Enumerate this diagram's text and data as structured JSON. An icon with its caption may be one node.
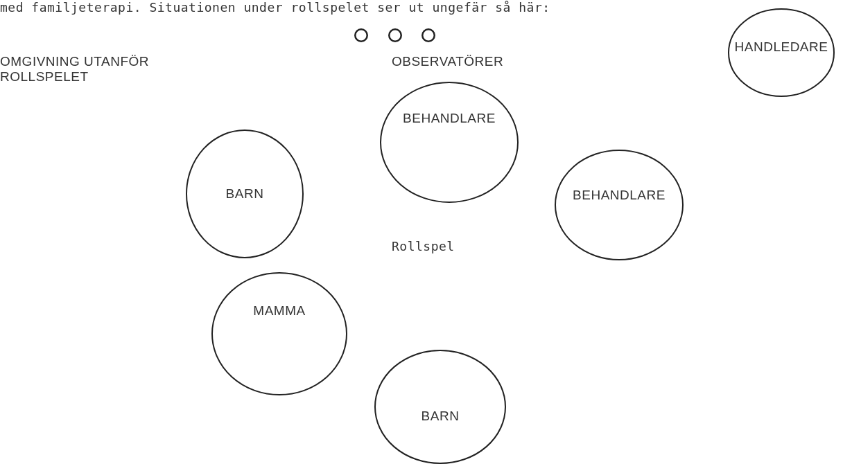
{
  "diagram": {
    "nodes": [
      {
        "text": [],
        "shape": "circle"
      },
      {
        "text": [],
        "shape": "circle"
      },
      {
        "text": [],
        "shape": "circle"
      },
      {
        "text": [
          "HANDLEDARE"
        ]
      },
      {
        "text": [
          "BEHANDLARE"
        ]
      },
      {
        "text": [
          "BARN"
        ]
      },
      {
        "text": [
          "BEHANDLARE"
        ]
      },
      {
        "text": [
          "MAMMA"
        ]
      },
      {
        "text": [
          "BARN"
        ]
      }
    ],
    "edges": [],
    "labels": [
      "med familjeterapi. Situationen under rollspelet ser ut ungefär så här:",
      "OMGIVNING UTANFÖR ROLLSPELET",
      "OBSERVATÖRER",
      "Rollspel"
    ]
  }
}
